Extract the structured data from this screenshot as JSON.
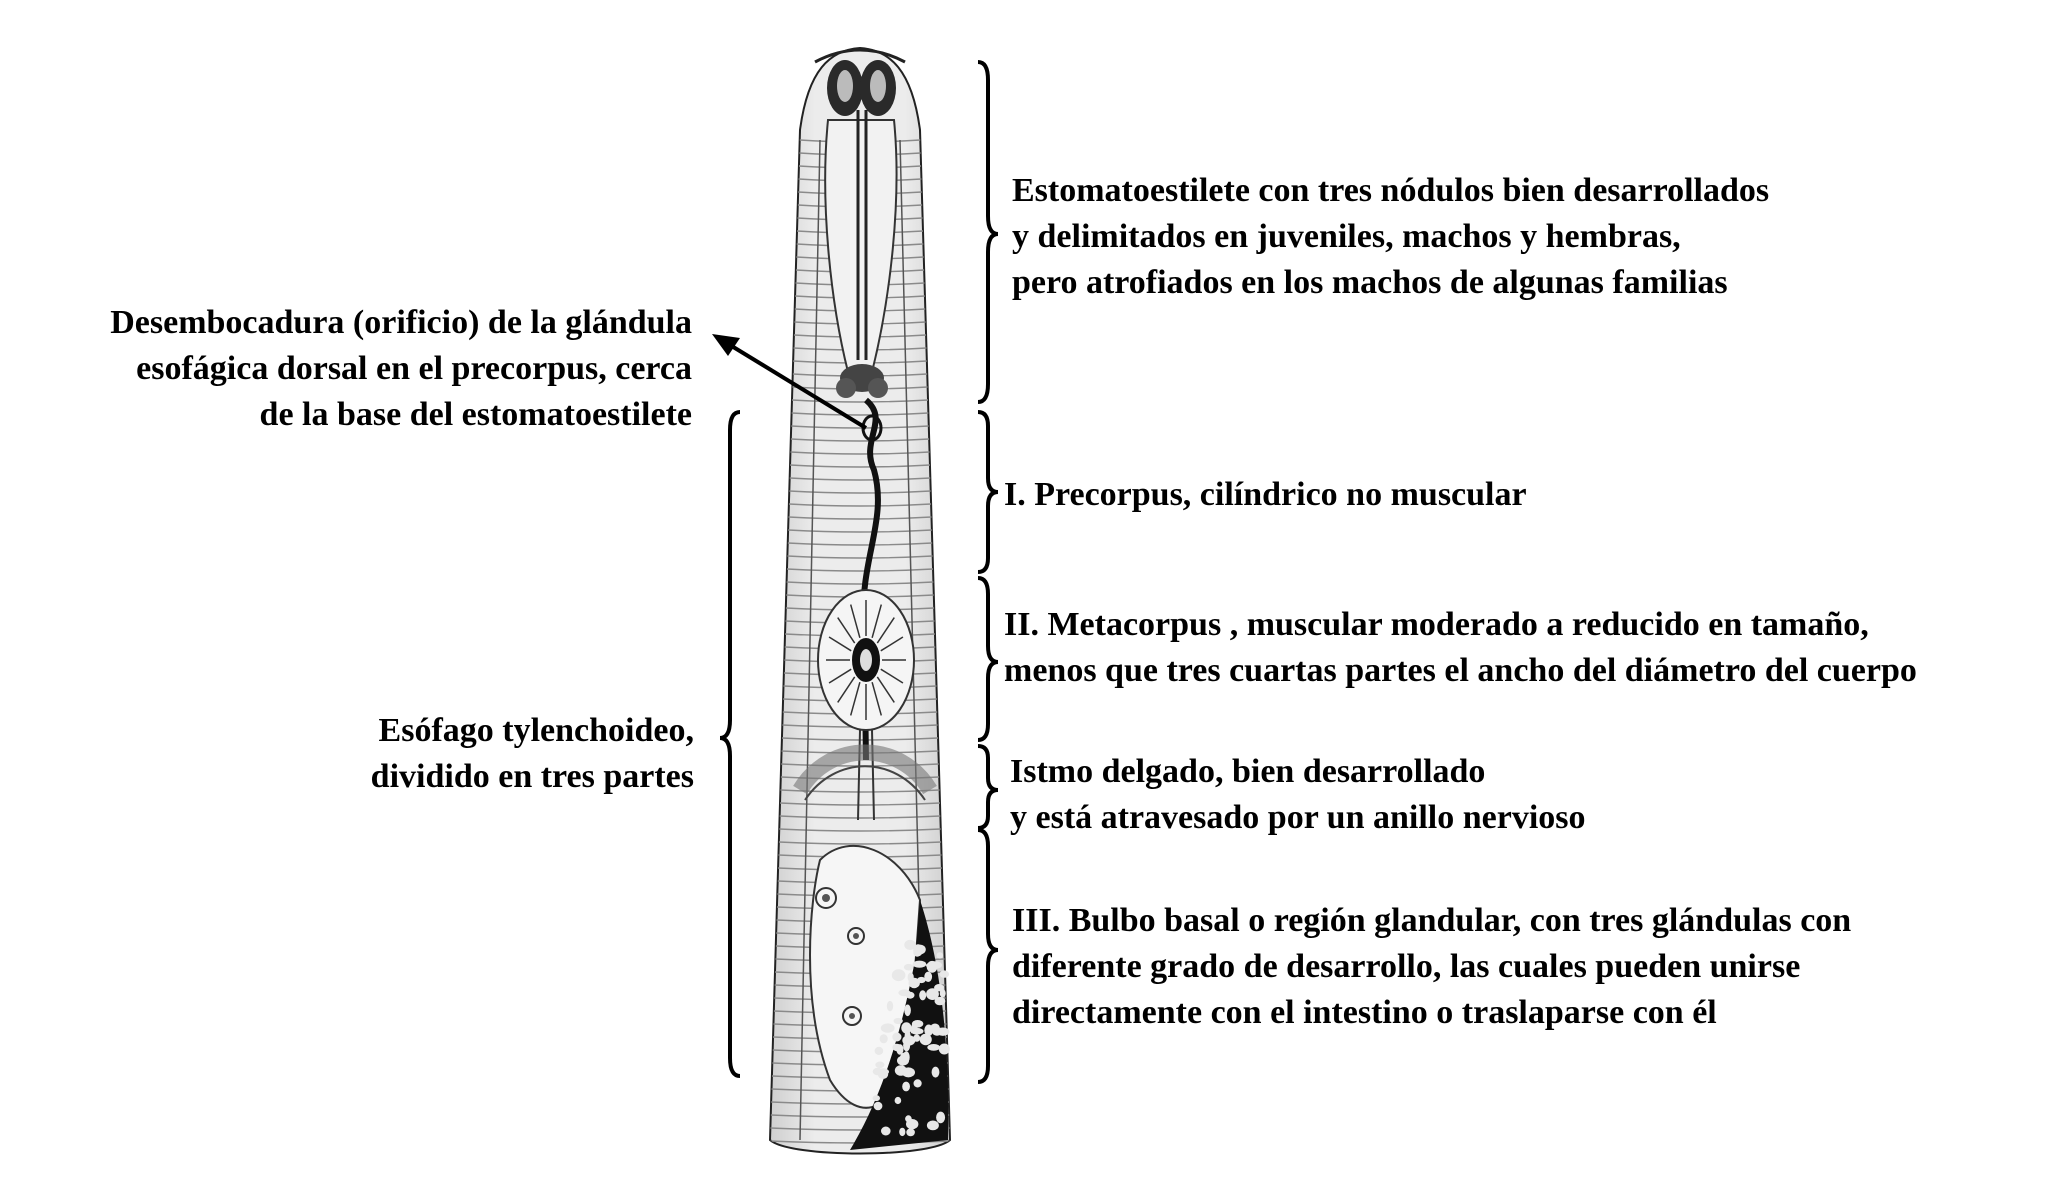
{
  "labels": {
    "stylet": [
      "Estomatoestilete con tres nódulos bien desarrollados",
      "y delimitados en juveniles, machos y hembras,",
      "pero atrofiados en los machos de algunas familias"
    ],
    "orifice": [
      "Desembocadura (orificio) de la glándula",
      "esofágica dorsal en el precorpus, cerca",
      "de la base del estomatoestilete"
    ],
    "precorpus": [
      "I. Precorpus, cilíndrico no muscular"
    ],
    "metacorpus": [
      "II. Metacorpus , muscular moderado a reducido en tamaño,",
      "menos que tres cuartas partes el ancho del diámetro del cuerpo"
    ],
    "esophagus": [
      "Esófago tylenchoideo,",
      "dividido en tres partes"
    ],
    "isthmus": [
      "Istmo delgado, bien desarrollado",
      "y está atravesado por un anillo nervioso"
    ],
    "basal_bulb": [
      "III. Bulbo basal o región glandular, con tres glándulas con",
      "diferente grado de desarrollo, las cuales pueden unirse",
      "directamente con el intestino o traslaparse con él"
    ]
  },
  "colors": {
    "ink": "#000000",
    "body_fill": "#e9e9e9",
    "annulation": "#8a8a8a",
    "gland_fill": "#f4f4f4",
    "dark_fill": "#111111"
  },
  "icons": [
    "arrow-icon",
    "curly-brace-icon"
  ]
}
